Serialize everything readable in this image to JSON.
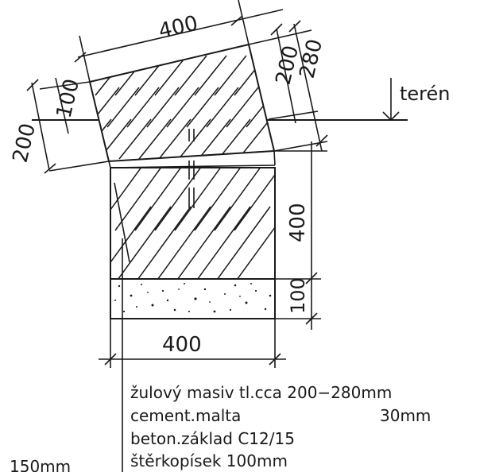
{
  "dimensions": {
    "top_width": "400",
    "right_200": "200",
    "right_280": "280",
    "left_100": "100",
    "left_200": "200",
    "base_400": "400",
    "base_100": "100",
    "bottom_width": "400"
  },
  "labels": {
    "terrain": "terén",
    "legend": [
      "žulový masiv tl.cca 200−280mm",
      "cement.malta",
      "30mm",
      "beton.základ C12/15",
      "štěrkopísek 100mm"
    ],
    "left_note": "150mm"
  }
}
